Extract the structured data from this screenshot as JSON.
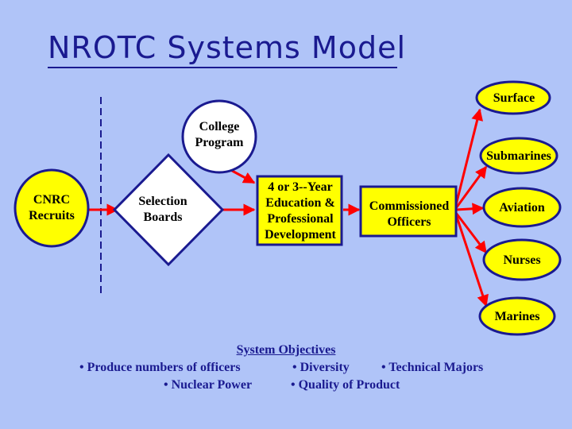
{
  "title": "NROTC Systems Model",
  "nodes": {
    "recruits": "CNRC\nRecruits",
    "selection": "Selection\nBoards",
    "college": "College\nProgram",
    "education": "4 or 3--Year\nEducation &\nProfessional\nDevelopment",
    "commissioned": "Commissioned\nOfficers",
    "surface": "Surface",
    "submarines": "Submarines",
    "aviation": "Aviation",
    "nurses": "Nurses",
    "marines": "Marines"
  },
  "objectives": {
    "heading": "System Objectives",
    "items": [
      "• Produce numbers of officers",
      "• Diversity",
      "• Technical Majors",
      "• Nuclear Power",
      "• Quality of Product"
    ]
  },
  "colors": {
    "node_fill": "#ffff00",
    "node_fill_alt": "#ffffff",
    "border": "#1a1a90",
    "arrow": "#ff0000"
  }
}
